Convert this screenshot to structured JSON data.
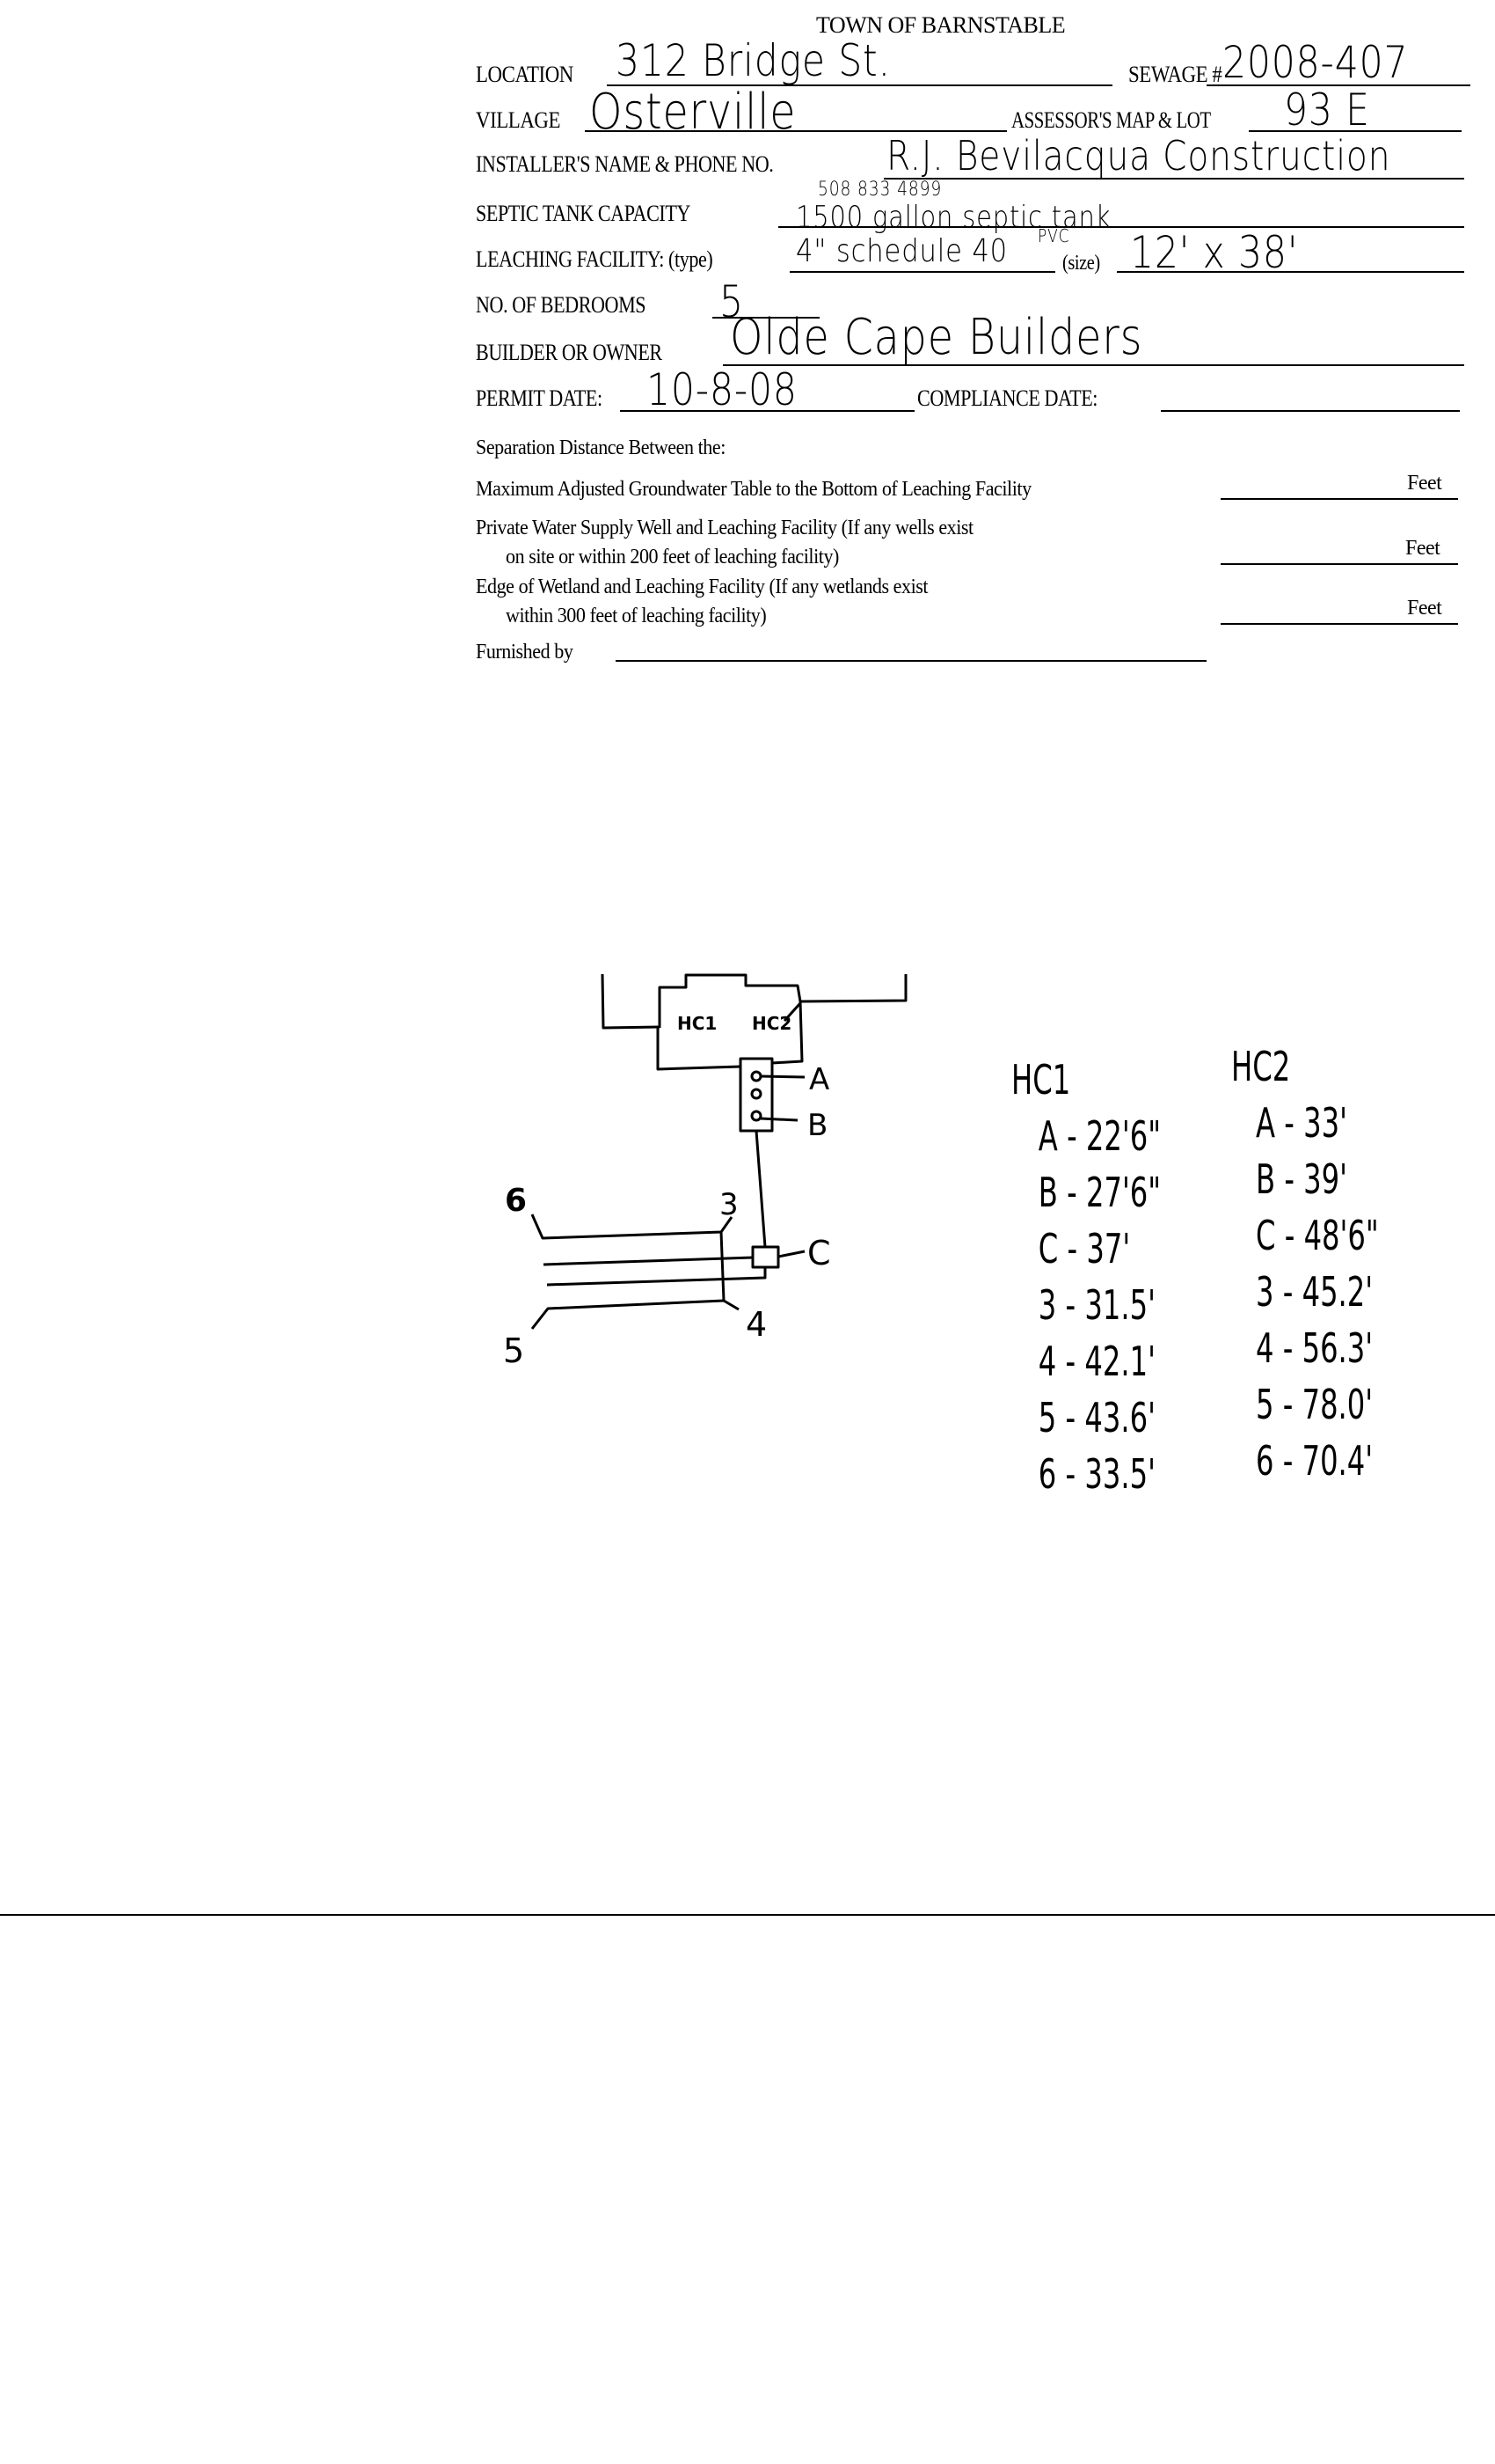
{
  "form": {
    "title": "TOWN OF BARNSTABLE",
    "location_label": "LOCATION",
    "location_value": "312 Bridge St.",
    "sewage_label": "SEWAGE #",
    "sewage_value": "2008-407",
    "village_label": "VILLAGE",
    "village_value": "Osterville",
    "map_lot_label": "ASSESSOR'S MAP & LOT",
    "map_lot_value": "93 E",
    "installer_label": "INSTALLER'S NAME & PHONE NO.",
    "installer_value": "R.J. Bevilacqua Construction",
    "installer_phone": "508 833 4899",
    "septic_label": "SEPTIC TANK CAPACITY",
    "septic_value": "1500 gallon septic tank",
    "leaching_label": "LEACHING FACILITY: (type)",
    "leaching_type_value": "4\" schedule 40",
    "leaching_type_note": "PVC",
    "size_label": "(size)",
    "size_value": "12' x 38'",
    "bedrooms_label": "NO. OF BEDROOMS",
    "bedrooms_value": "5",
    "builder_label": "BUILDER OR OWNER",
    "builder_value": "Olde Cape Builders",
    "permit_label": "PERMIT DATE:",
    "permit_value": "10-8-08",
    "compliance_label": "COMPLIANCE DATE:",
    "compliance_value": "",
    "separation_heading": "Separation Distance Between the:",
    "sep_rows": [
      {
        "line1": "Maximum Adjusted Groundwater Table to the Bottom of Leaching Facility",
        "line2": "",
        "unit": "Feet"
      },
      {
        "line1": "Private Water Supply Well and Leaching Facility  (If any wells exist",
        "line2": "on site or within 200 feet of leaching facility)",
        "unit": "Feet"
      },
      {
        "line1": "Edge of Wetland and Leaching Facility (If any wetlands exist",
        "line2": "within 300 feet of leaching facility)",
        "unit": "Feet"
      }
    ],
    "furnished_label": "Furnished by"
  },
  "diagram": {
    "hc1": "HC1",
    "hc2": "HC2",
    "a": "A",
    "b": "B",
    "c": "C",
    "n3": "3",
    "n4": "4",
    "n5": "5",
    "n6": "6"
  },
  "ties": {
    "headers": [
      "HC1",
      "HC2"
    ],
    "rows": [
      {
        "hc1": "A - 22'6\"",
        "hc2": "A - 33'"
      },
      {
        "hc1": "B - 27'6\"",
        "hc2": "B - 39'"
      },
      {
        "hc1": "C - 37'",
        "hc2": "C - 48'6\""
      },
      {
        "hc1": "3 - 31.5'",
        "hc2": "3 - 45.2'"
      },
      {
        "hc1": "4 - 42.1'",
        "hc2": "4 - 56.3'"
      },
      {
        "hc1": "5 - 43.6'",
        "hc2": "5 - 78.0'"
      },
      {
        "hc1": "6 - 33.5'",
        "hc2": "6 - 70.4'"
      }
    ]
  }
}
